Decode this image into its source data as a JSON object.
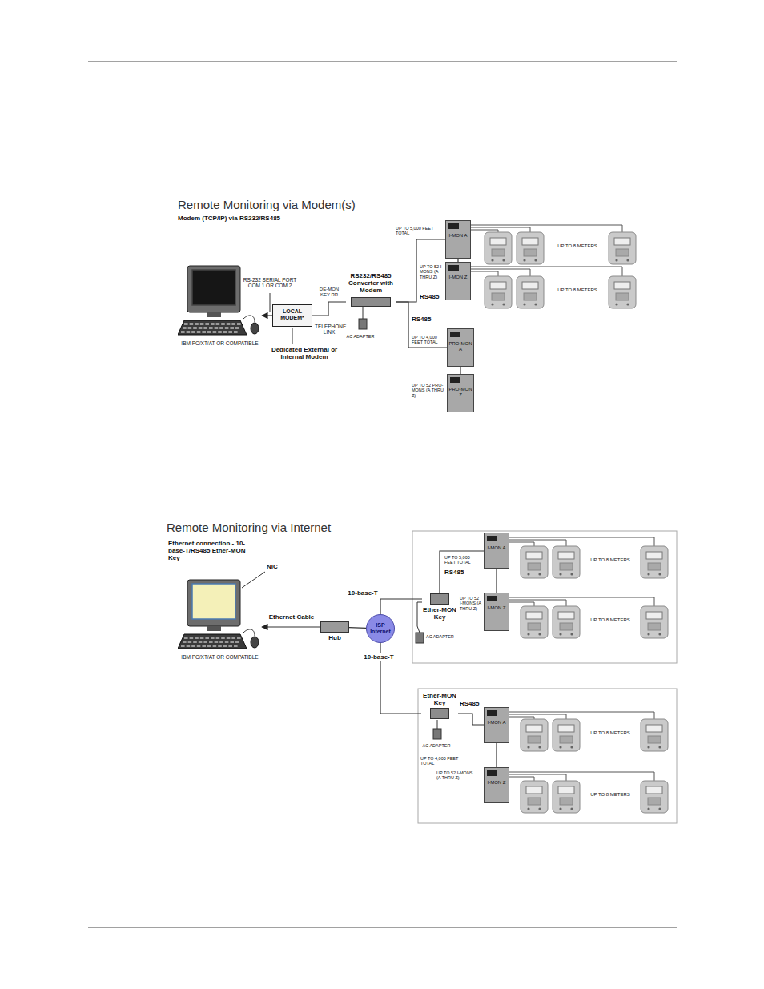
{
  "diagram": {
    "nodes": [
      {
        "text": [
          "IBM PC/XT/AT OR COMPATIBLE"
        ]
      },
      {
        "text": [
          "LOCAL MODEM*"
        ]
      },
      {
        "text": [
          "RS232/RS485 Converter with Modem"
        ]
      },
      {
        "text": [
          "I-MON A"
        ]
      },
      {
        "text": [
          "I-MON Z"
        ]
      },
      {
        "text": [
          "PRO-MON A"
        ]
      },
      {
        "text": [
          "PRO-MON Z"
        ]
      },
      {
        "text": [
          "IBM PC/XT/AT OR COMPATIBLE"
        ]
      },
      {
        "text": [
          "Hub"
        ]
      },
      {
        "text": [
          "ISP Internet"
        ]
      },
      {
        "text": [
          "Ether-MON Key"
        ]
      },
      {
        "text": [
          "I-MON A"
        ]
      },
      {
        "text": [
          "I-MON Z"
        ]
      },
      {
        "text": [
          "Ether-MON Key"
        ]
      },
      {
        "text": [
          "I-MON A"
        ]
      },
      {
        "text": [
          "I-MON Z"
        ]
      }
    ],
    "edges": [
      {
        "from": 1,
        "to": 0,
        "arrow": "to"
      },
      {
        "from": 1,
        "to": 2,
        "label": "TELEPHONE LINK",
        "arrow": "none"
      },
      {
        "from": 2,
        "to": 3,
        "arrow": "none"
      },
      {
        "from": 3,
        "to": 4,
        "arrow": "none"
      },
      {
        "from": 2,
        "to": 5,
        "arrow": "none"
      },
      {
        "from": 5,
        "to": 6,
        "arrow": "none"
      },
      {
        "from": 8,
        "to": 7,
        "label": "Ethernet Cable",
        "arrow": "to"
      },
      {
        "from": 8,
        "to": 9,
        "arrow": "none"
      },
      {
        "from": 9,
        "to": 10,
        "label": "10-base-T",
        "arrow": "none"
      },
      {
        "from": 9,
        "to": 13,
        "label": "10-base-T",
        "arrow": "none"
      },
      {
        "from": 10,
        "to": 11,
        "arrow": "none"
      },
      {
        "from": 11,
        "to": 12,
        "arrow": "none"
      },
      {
        "from": 13,
        "to": 14,
        "arrow": "none"
      },
      {
        "from": 14,
        "to": 15,
        "arrow": "none"
      }
    ],
    "labels": [
      "Remote Monitoring via Modem(s)",
      "Modem (TCP/IP) via RS232/RS485",
      "RS-232 SERIAL PORT COM 1 OR COM 2",
      "Dedicated External or Internal Modem",
      "DE-MON KEY-RR",
      "RS485",
      "RS485",
      "AC ADAPTER",
      "UP TO 5,000 FEET TOTAL",
      "UP TO 52 I-MONS (A THRU Z)",
      "UP TO 8 METERS",
      "UP TO 8 METERS",
      "UP TO 4,000 FEET TOTAL",
      "UP TO 52 PRO-MONS (A THRU Z)",
      "Remote Monitoring via Internet",
      "Ethernet connection - 10-base-T/RS485 Ether-MON Key",
      "NIC",
      "UP TO 5,000 FEET TOTAL",
      "RS485",
      "AC ADAPTER",
      "UP TO 52 I-MONS (A THRU Z)",
      "UP TO 8 METERS",
      "UP TO 8 METERS",
      "RS485",
      "AC ADAPTER",
      "UP TO 4,000 FEET TOTAL",
      "UP TO 52 I-MONS (A THRU Z)",
      "UP TO 8 METERS",
      "UP TO 8 METERS"
    ]
  }
}
